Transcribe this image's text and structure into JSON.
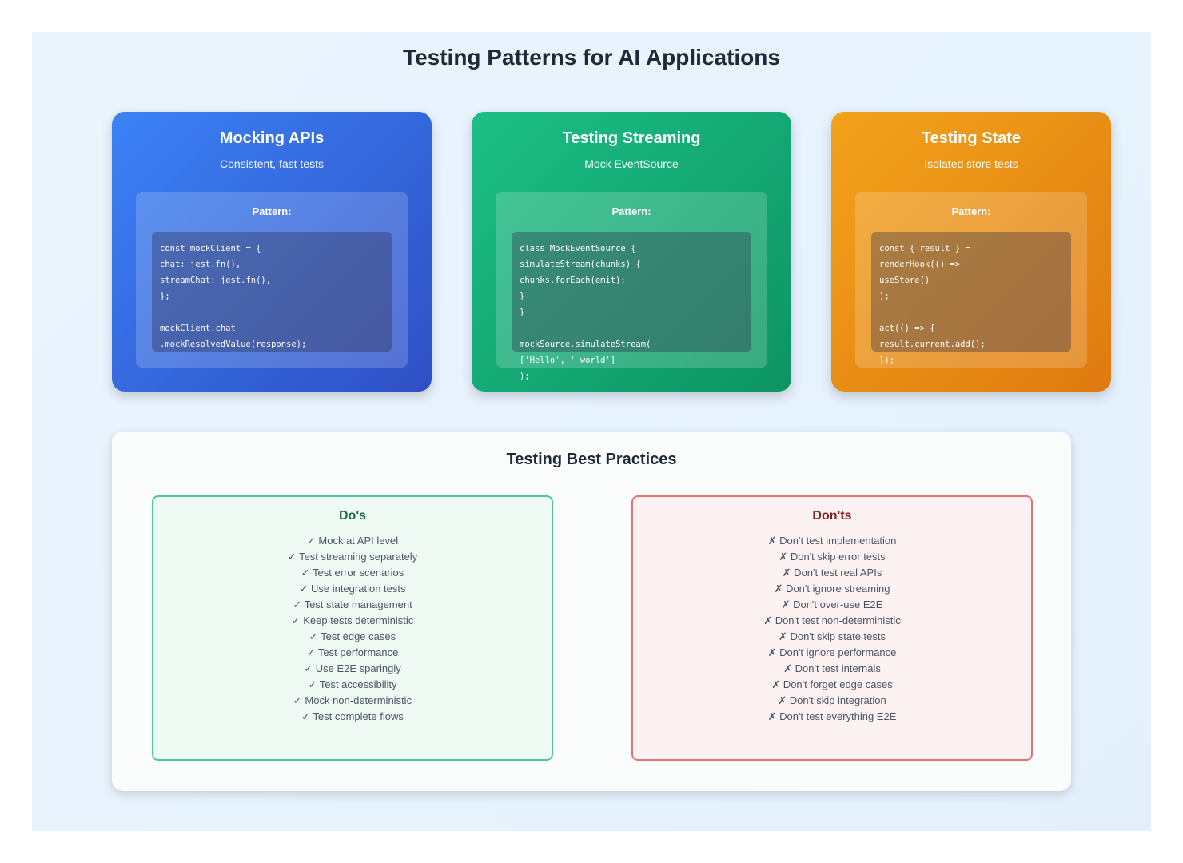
{
  "title": "Testing Patterns for AI Applications",
  "cards": [
    {
      "title": "Mocking APIs",
      "subtitle": "Consistent, fast tests",
      "pattern_label": "Pattern:",
      "code": [
        "const mockClient = {",
        "chat: jest.fn(),",
        "streamChat: jest.fn(),",
        "};",
        "",
        "mockClient.chat",
        ".mockResolvedValue(response);"
      ]
    },
    {
      "title": "Testing Streaming",
      "subtitle": "Mock EventSource",
      "pattern_label": "Pattern:",
      "code": [
        "class MockEventSource {",
        "simulateStream(chunks) {",
        "chunks.forEach(emit);",
        "}",
        "}",
        "",
        "mockSource.simulateStream(",
        "['Hello', ' world']",
        ");"
      ]
    },
    {
      "title": "Testing State",
      "subtitle": "Isolated store tests",
      "pattern_label": "Pattern:",
      "code": [
        "const { result } =",
        "renderHook(() =>",
        "useStore()",
        ");",
        "",
        "act(() => {",
        "result.current.add();",
        "});"
      ]
    }
  ],
  "best_practices": {
    "title": "Testing Best Practices",
    "dos": {
      "title": "Do's",
      "items": [
        "✓ Mock at API level",
        "✓ Test streaming separately",
        "✓ Test error scenarios",
        "✓ Use integration tests",
        "✓ Test state management",
        "✓ Keep tests deterministic",
        "✓ Test edge cases",
        "✓ Test performance",
        "✓ Use E2E sparingly",
        "✓ Test accessibility",
        "✓ Mock non-deterministic",
        "✓ Test complete flows"
      ]
    },
    "donts": {
      "title": "Don'ts",
      "items": [
        "✗ Don't test implementation",
        "✗ Don't skip error tests",
        "✗ Don't test real APIs",
        "✗ Don't ignore streaming",
        "✗ Don't over-use E2E",
        "✗ Don't test non-deterministic",
        "✗ Don't skip state tests",
        "✗ Don't ignore performance",
        "✗ Don't test internals",
        "✗ Don't forget edge cases",
        "✗ Don't skip integration",
        "✗ Don't test everything E2E"
      ]
    }
  },
  "colors": {
    "mocking": "#3b82f6",
    "streaming": "#10b981",
    "state": "#f59e0b",
    "dos_border": "#4cc79a",
    "donts_border": "#e57373"
  }
}
